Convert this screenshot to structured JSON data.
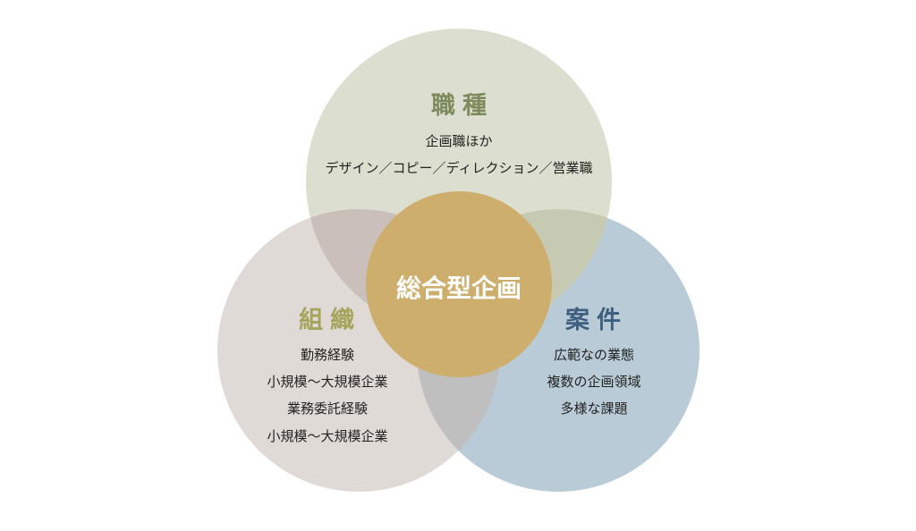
{
  "center": {
    "label": "総合型企画",
    "color": "#cdae6c"
  },
  "circles": {
    "top": {
      "title": "職種",
      "lines": [
        "企画職ほか",
        "デザイン／コピー／ディレクション／営業職"
      ],
      "fill": "#dcdfcf",
      "title_color": "#7d8a5c"
    },
    "left": {
      "title": "組織",
      "lines": [
        "勤務経験",
        "小規模〜大規模企業",
        "業務委託経験",
        "小規模〜大規模企業"
      ],
      "fill": "#e0dad6",
      "title_color": "#a6a45a"
    },
    "right": {
      "title": "案件",
      "lines": [
        "広範なの業態",
        "複数の企画領域",
        "多様な課題"
      ],
      "fill": "#b9cbd6",
      "title_color": "#3f5f80"
    }
  }
}
